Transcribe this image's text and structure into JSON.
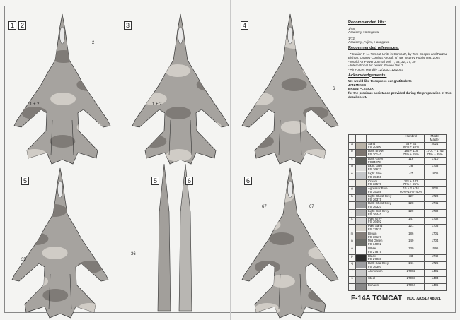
{
  "views": [
    {
      "label": "1"
    },
    {
      "label": "2"
    },
    {
      "label": "3"
    },
    {
      "label": "4"
    },
    {
      "label": "5"
    },
    {
      "label": "5"
    },
    {
      "label": "6"
    },
    {
      "label": "6"
    }
  ],
  "callouts": {
    "v12": "1 + 2",
    "v3": "1 + 2",
    "v4a": "35",
    "v5a": "36",
    "v6a": "67",
    "v6b": "67",
    "tailref": "2",
    "tailref2": "6"
  },
  "info": {
    "kits_heading": "Recommended kits:",
    "kit1_scale": "1/48",
    "kit1_makers": "Academy, Hasegawa",
    "kit2_scale": "1/72",
    "kit2_makers": "Academy ,Fujimi, Hasegawa",
    "refs_heading": "Recommended references:",
    "refs": [
      "- \" Iranian F-14 Tomcat Units in Combat\", by Tom Cooper and Farzad Bishop, Osprey Combat Aircraft N° 49, Osprey Publishing, 2004",
      "- World Air Power Journal Vol. 7; 33; 32; 37; 39",
      "- International Air power Review Vol. 3",
      "- Air Forces Monthly 12/2002; 12/2003"
    ],
    "ack_heading": "Acknowledgements:",
    "ack_intro": "We would like to express our gratitude to",
    "ack_names": [
      "JAN MIKES",
      "BRIAN PLESCIA"
    ],
    "ack_outro": " for the precious assistance provided during the preparation of this decal sheet."
  },
  "table": {
    "headers": [
      "",
      "",
      "",
      "Humbrol",
      "Model Master"
    ],
    "rows": [
      {
        "letter": "a",
        "name": "Sand",
        "fs": "FS 30400",
        "humbrol": "63 + 34",
        "humbrol2": "90% + 10%",
        "mm": "2021",
        "mm2": "",
        "color": "#b9b3a8"
      },
      {
        "letter": "b",
        "name": "Dark Brown",
        "fs": "FS 30140",
        "humbrol": "186 + 119",
        "humbrol2": "75% + 25%",
        "mm": "1701 + 1742",
        "mm2": "75% + 25%",
        "color": "#7d7670"
      },
      {
        "letter": "c",
        "name": "Dark Green",
        "fs": "FS34079",
        "humbrol": "116",
        "humbrol2": "",
        "mm": "1710",
        "mm2": "",
        "color": "#5f605c"
      },
      {
        "letter": "d",
        "name": "Light Grey",
        "fs": "FS 36622",
        "humbrol": "28",
        "humbrol2": "",
        "mm": "1733",
        "mm2": "",
        "color": "#dcdcda"
      },
      {
        "letter": "e",
        "name": "Light Blue",
        "fs": "FS 35450",
        "humbrol": "47",
        "humbrol2": "",
        "mm": "1606",
        "mm2": "",
        "color": "#c4c6c8"
      },
      {
        "letter": "f",
        "name": "Cream",
        "fs": "FS 33578",
        "humbrol": "121 + 103",
        "humbrol2": "75% + 25%",
        "mm": "",
        "mm2": "",
        "color": "#e2dfd7"
      },
      {
        "letter": "g",
        "name": "Agressor Blue",
        "fs": "FS 35189",
        "humbrol": "15 + 2 + 34",
        "humbrol2": "60%+10%+40%",
        "mm": "2031",
        "mm2": "",
        "color": "#6a6c70"
      },
      {
        "letter": "h",
        "name": "Light Ghost Grey",
        "fs": "FS 36375",
        "humbrol": "127",
        "humbrol2": "",
        "mm": "1728",
        "mm2": "",
        "color": "#b8b8b8"
      },
      {
        "letter": "i",
        "name": "Dark Ghost Grey",
        "fs": "FS 36320",
        "humbrol": "128",
        "humbrol2": "",
        "mm": "1741",
        "mm2": "",
        "color": "#999a9b"
      },
      {
        "letter": "j",
        "name": "Light Gull Grey",
        "fs": "FS 36440",
        "humbrol": "129",
        "humbrol2": "",
        "mm": "1730",
        "mm2": "",
        "color": "#b0b0b0"
      },
      {
        "letter": "k",
        "name": "Pale Grey",
        "fs": "FS 36492",
        "humbrol": "147",
        "humbrol2": "",
        "mm": "1732",
        "mm2": "",
        "color": "#d2d2d2"
      },
      {
        "letter": "l",
        "name": "Pale Sand",
        "fs": "FS 33531",
        "humbrol": "121",
        "humbrol2": "",
        "mm": "1706",
        "mm2": "",
        "color": "#d7d3cb"
      },
      {
        "letter": "m",
        "name": "Brown",
        "fs": "FS 30117",
        "humbrol": "186",
        "humbrol2": "",
        "mm": "1701",
        "mm2": "",
        "color": "#86807b"
      },
      {
        "letter": "n",
        "name": "Mid Green",
        "fs": "FS 34092",
        "humbrol": "149",
        "humbrol2": "",
        "mm": "1704",
        "mm2": "",
        "color": "#6d6e6a"
      },
      {
        "letter": "o",
        "name": "White",
        "fs": "FS 27875",
        "humbrol": "130",
        "humbrol2": "",
        "mm": "1596",
        "mm2": "",
        "color": "#f6f6f6"
      },
      {
        "letter": "p",
        "name": "Black",
        "fs": "FS 27038",
        "humbrol": "33",
        "humbrol2": "",
        "mm": "1749",
        "mm2": "",
        "color": "#2b2b2b"
      },
      {
        "letter": "q",
        "name": "Dark Sea Grey",
        "fs": "FS 36307",
        "humbrol": "141",
        "humbrol2": "",
        "mm": "1726",
        "mm2": "",
        "color": "#9c9da0"
      },
      {
        "letter": "r",
        "name": "Aluminium",
        "fs": "",
        "humbrol": "27002",
        "humbrol2": "",
        "mm": "1401",
        "mm2": "",
        "color": "#c7c7c7"
      },
      {
        "letter": "s",
        "name": "Steel",
        "fs": "",
        "humbrol": "27003",
        "humbrol2": "",
        "mm": "1403",
        "mm2": "",
        "color": "#a9a9a9"
      },
      {
        "letter": "t",
        "name": "Exhaust",
        "fs": "",
        "humbrol": "27004",
        "humbrol2": "",
        "mm": "1406",
        "mm2": "",
        "color": "#8a8a8a"
      }
    ]
  },
  "footer": {
    "title": "F-14A TOMCAT",
    "code": "HDL 72051 / 48021"
  }
}
